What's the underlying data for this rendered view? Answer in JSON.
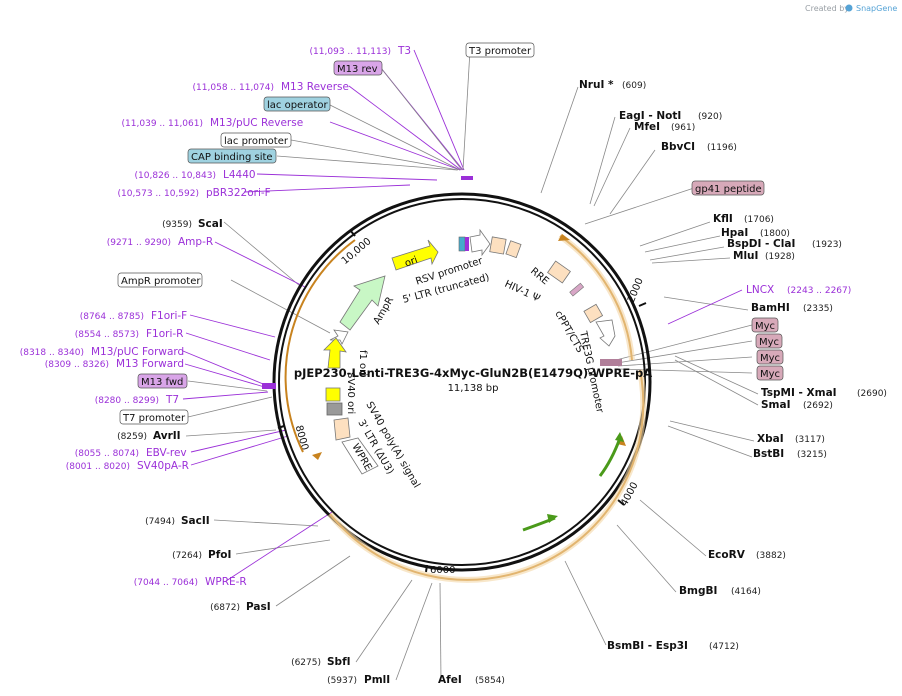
{
  "credit": {
    "created_by": "Created by",
    "brand": "SnapGene"
  },
  "map": {
    "title": "pJEP230-Lenti-TRE3G-4xMyc-GluN2B(E1479Q)-WPRE-pA",
    "length": "11,138 bp",
    "ticks": [
      "2000",
      "4000",
      "6000",
      "8000",
      "10,000"
    ]
  },
  "colors": {
    "primer": "#9b30d8",
    "orange_arc": "#c8831f",
    "green_arrow": "#4a9a1a",
    "ori": "#ffff00"
  },
  "enzymes": [
    {
      "name": "NruI *",
      "pos": "(609)"
    },
    {
      "name": "EagI  - NotI",
      "pos": "(920)"
    },
    {
      "name": "MfeI",
      "pos": "(961)"
    },
    {
      "name": "BbvCI",
      "pos": "(1196)"
    },
    {
      "name": "KflI",
      "pos": "(1706)"
    },
    {
      "name": "HpaI",
      "pos": "(1800)"
    },
    {
      "name": "BspDI  - ClaI",
      "pos": "(1923)"
    },
    {
      "name": "MluI",
      "pos": "(1928)"
    },
    {
      "name": "BamHI",
      "pos": "(2335)"
    },
    {
      "name": "TspMI  - XmaI",
      "pos": "(2690)"
    },
    {
      "name": "SmaI",
      "pos": "(2692)"
    },
    {
      "name": "XbaI",
      "pos": "(3117)"
    },
    {
      "name": "BstBI",
      "pos": "(3215)"
    },
    {
      "name": "EcoRV",
      "pos": "(3882)"
    },
    {
      "name": "BmgBI",
      "pos": "(4164)"
    },
    {
      "name": "BsmBI  - Esp3I",
      "pos": "(4712)"
    },
    {
      "name": "AfeI",
      "pos": "(5854)"
    },
    {
      "name": "PmlI",
      "pos": "(5937)"
    },
    {
      "name": "SbfI",
      "pos": "(6275)"
    },
    {
      "name": "PasI",
      "pos": "(6872)"
    },
    {
      "name": "PfoI",
      "pos": "(7264)"
    },
    {
      "name": "SacII",
      "pos": "(7494)"
    },
    {
      "name": "AvrII",
      "pos": "(8259)"
    },
    {
      "name": "ScaI",
      "pos": "(9359)"
    }
  ],
  "primers": [
    {
      "name": "T3",
      "range": "(11,093 .. 11,113)"
    },
    {
      "name": "M13 Reverse",
      "range": "(11,058 .. 11,074)"
    },
    {
      "name": "M13/pUC Reverse",
      "range": "(11,039 .. 11,061)"
    },
    {
      "name": "L4440",
      "range": "(10,826 .. 10,843)"
    },
    {
      "name": "pBR322ori-F",
      "range": "(10,573 .. 10,592)"
    },
    {
      "name": "Amp-R",
      "range": "(9271 .. 9290)"
    },
    {
      "name": "F1ori-F",
      "range": "(8764 .. 8785)"
    },
    {
      "name": "F1ori-R",
      "range": "(8554 .. 8573)"
    },
    {
      "name": "M13/pUC Forward",
      "range": "(8318 .. 8340)"
    },
    {
      "name": "M13 Forward",
      "range": "(8309 .. 8326)"
    },
    {
      "name": "T7",
      "range": "(8280 .. 8299)"
    },
    {
      "name": "EBV-rev",
      "range": "(8055 .. 8074)"
    },
    {
      "name": "SV40pA-R",
      "range": "(8001 .. 8020)"
    },
    {
      "name": "WPRE-R",
      "range": "(7044 .. 7064)"
    },
    {
      "name": "LNCX",
      "range": "(2243 .. 2267)"
    }
  ],
  "boxed_labels": [
    {
      "name": "M13 rev",
      "kind": "primer"
    },
    {
      "name": "lac operator",
      "kind": "protein_bind"
    },
    {
      "name": "lac promoter",
      "kind": "promoter"
    },
    {
      "name": "CAP binding site",
      "kind": "protein_bind"
    },
    {
      "name": "AmpR promoter",
      "kind": "promoter"
    },
    {
      "name": "M13 fwd",
      "kind": "primer"
    },
    {
      "name": "T7 promoter",
      "kind": "promoter"
    },
    {
      "name": "T3 promoter",
      "kind": "promoter"
    },
    {
      "name": "gp41 peptide",
      "kind": "misc"
    },
    {
      "name": "Myc",
      "kind": "misc"
    }
  ],
  "features": {
    "ori": "ori",
    "ampr": "AmpR",
    "rsv": "RSV promoter",
    "ltr5": "5' LTR (truncated)",
    "hiv": "HIV-1 Ψ",
    "rre": "RRE",
    "cppt": "cPPT/CTS",
    "tre3g": "TRE3G promoter",
    "sv40ori": "SV40 ori",
    "f1ori": "f1 ori",
    "sv40pa": "SV40 poly(A) signal",
    "ltr3": "3' LTR (ΔU3)",
    "wpre": "WPRE"
  }
}
